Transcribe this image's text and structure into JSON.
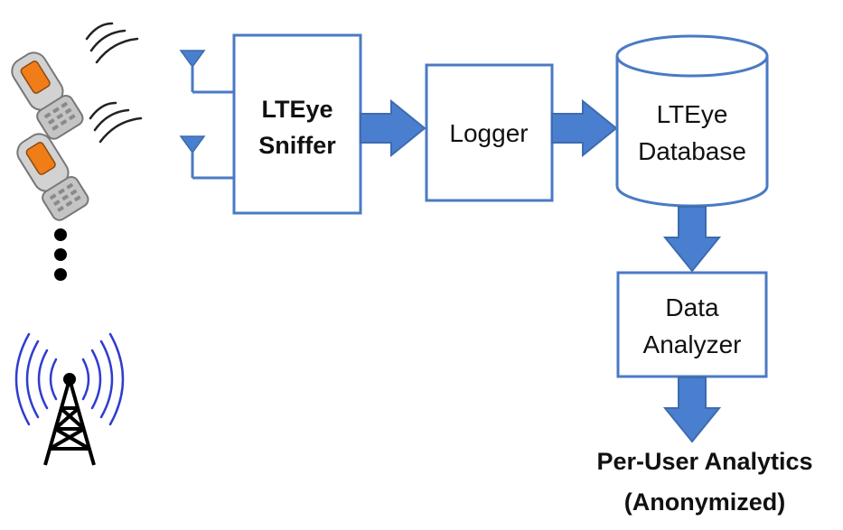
{
  "sniffer": {
    "line1": "LTEye",
    "line2": "Sniffer"
  },
  "logger": {
    "label": "Logger"
  },
  "database": {
    "line1": "LTEye",
    "line2": "Database"
  },
  "analyzer": {
    "line1": "Data",
    "line2": "Analyzer"
  },
  "output": {
    "line1": "Per-User Analytics",
    "line2": "(Anonymized)"
  },
  "colors": {
    "box_border": "#4a7ac4",
    "arrow_fill": "#4a7fcf",
    "arrow_stroke": "#3d6bb0",
    "phone_body": "#c9c9c9",
    "phone_screen": "#f07d18",
    "tower_waves": "#2f3ccf",
    "tower": "#000000"
  },
  "icons": [
    "mobile-phone-icon",
    "antenna-icon",
    "cell-tower-icon",
    "ellipsis-icon"
  ]
}
